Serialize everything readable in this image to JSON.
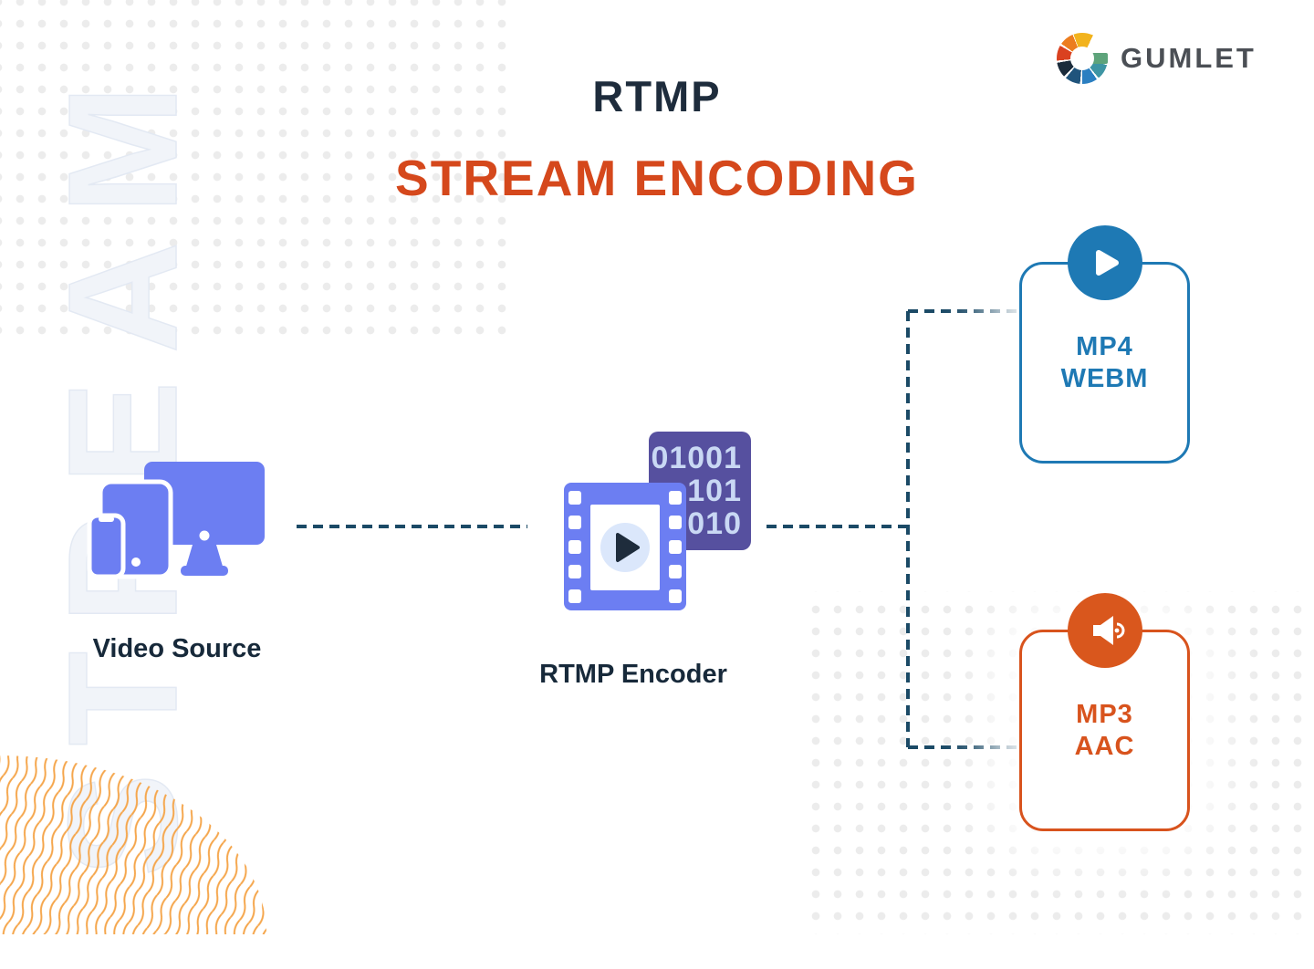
{
  "brand": {
    "name": "GUMLET"
  },
  "title": {
    "line1": "RTMP",
    "line2": "STREAM ENCODING"
  },
  "watermark_text": "STREAM",
  "nodes": {
    "video_source": {
      "label": "Video Source"
    },
    "encoder": {
      "label": "RTMP Encoder",
      "binary_lines": [
        "01001",
        "101",
        "010"
      ]
    },
    "video_output": {
      "formats": [
        "MP4",
        "WEBM"
      ]
    },
    "audio_output": {
      "formats": [
        "MP3",
        "AAC"
      ]
    }
  },
  "colors": {
    "title_navy": "#1e2c3c",
    "title_orange": "#d5481c",
    "device_periwinkle": "#6c7ef2",
    "binary_purple": "#56509f",
    "binary_text": "#c9d8f4",
    "connector": "#1b4a66",
    "video_box_blue": "#1e79b4",
    "audio_box_orange": "#d8531d",
    "wave_orange": "#f5a64c",
    "dot_gray": "#ececec",
    "watermark_gray": "#f1f4f9"
  }
}
